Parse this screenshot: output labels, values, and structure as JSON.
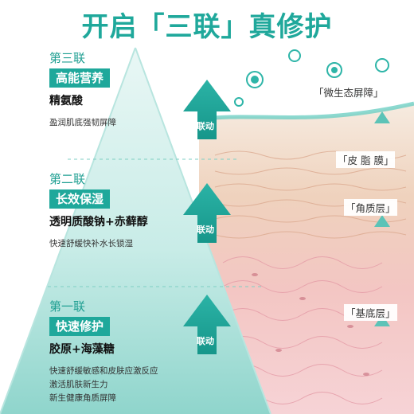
{
  "header": {
    "title": "开启「三联」真修护"
  },
  "tiers": [
    {
      "label": "第三联",
      "badge": "高能营养",
      "ingredient": "精氨酸",
      "desc": [
        "盈润肌底强韧屏障"
      ]
    },
    {
      "label": "第二联",
      "badge": "长效保湿",
      "ingredient": "透明质酸钠+赤藓醇",
      "desc": [
        "快速舒缓快补水长锁湿"
      ]
    },
    {
      "label": "第一联",
      "badge": "快速修护",
      "ingredient": "胶原+海藻糖",
      "desc": [
        "快速舒缓敏感和皮肤应激反应",
        "激活肌肤新生力",
        "新生健康角质屏障"
      ]
    }
  ],
  "link_label": "联动",
  "skin_layers": [
    "「微生态屏障」",
    "「皮 脂 膜」",
    "「角质层」",
    "「基底层」"
  ],
  "colors": {
    "teal": "#1fa89b",
    "teal_light": "#bfe8e2",
    "skin_pink": "#f2c9c4",
    "skin_tan": "#e8c3a8"
  }
}
